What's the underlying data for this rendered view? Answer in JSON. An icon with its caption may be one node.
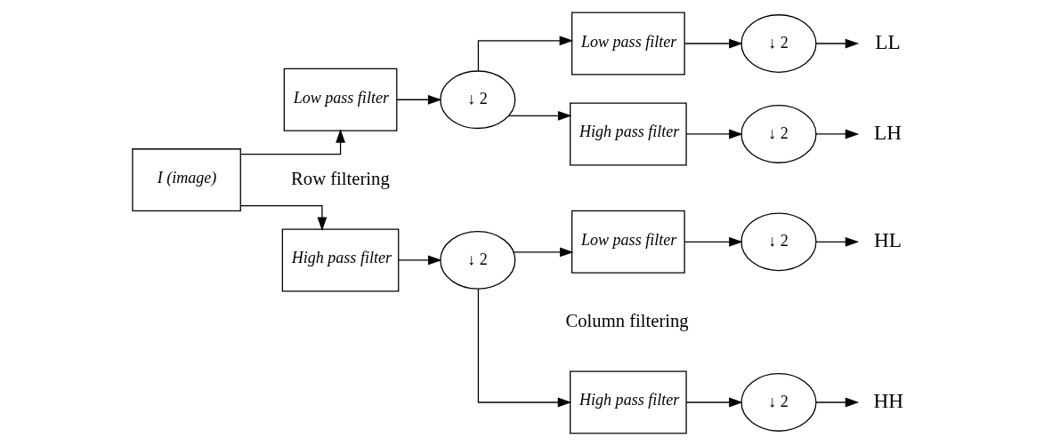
{
  "diagram": {
    "nodes": [
      {
        "text": [
          "I (image)"
        ]
      },
      {
        "text": [
          "High pass filter"
        ]
      },
      {
        "text": [
          "↓ 2"
        ]
      },
      {
        "text": [
          "Low pass filter"
        ]
      },
      {
        "text": [
          "↓ 2"
        ]
      },
      {
        "text": [
          "High pass filter"
        ]
      },
      {
        "text": [
          "↓ 2"
        ]
      },
      {
        "text": [
          "Low pass filter"
        ]
      },
      {
        "text": [
          "↓ 2"
        ]
      },
      {
        "text": [
          "High pass filter"
        ]
      },
      {
        "text": [
          "↓ 2"
        ]
      },
      {
        "text": [
          "Low pass filter"
        ]
      },
      {
        "text": [
          "↓ 2"
        ]
      },
      {
        "text": [
          "HH"
        ]
      },
      {
        "text": [
          "HL"
        ]
      },
      {
        "text": [
          "LH"
        ]
      },
      {
        "text": [
          "LL"
        ]
      }
    ],
    "edges": [
      {
        "from": 0,
        "to": 1,
        "arrow": "to"
      },
      {
        "from": 0,
        "to": 3,
        "arrow": "to"
      },
      {
        "from": 1,
        "to": 2,
        "arrow": "to"
      },
      {
        "from": 2,
        "to": 5,
        "arrow": "to"
      },
      {
        "from": 2,
        "to": 7,
        "arrow": "to"
      },
      {
        "from": 5,
        "to": 6,
        "arrow": "to"
      },
      {
        "from": 7,
        "to": 8,
        "arrow": "to"
      },
      {
        "from": 6,
        "to": 13,
        "arrow": "to"
      },
      {
        "from": 8,
        "to": 14,
        "arrow": "to"
      },
      {
        "from": 3,
        "to": 4,
        "arrow": "to"
      },
      {
        "from": 4,
        "to": 9,
        "arrow": "to"
      },
      {
        "from": 4,
        "to": 11,
        "arrow": "to"
      },
      {
        "from": 9,
        "to": 10,
        "arrow": "to"
      },
      {
        "from": 11,
        "to": 12,
        "arrow": "to"
      },
      {
        "from": 10,
        "to": 15,
        "arrow": "to"
      },
      {
        "from": 12,
        "to": 16,
        "arrow": "to"
      }
    ],
    "labels": [
      "Column filtering",
      "Row filtering"
    ]
  }
}
